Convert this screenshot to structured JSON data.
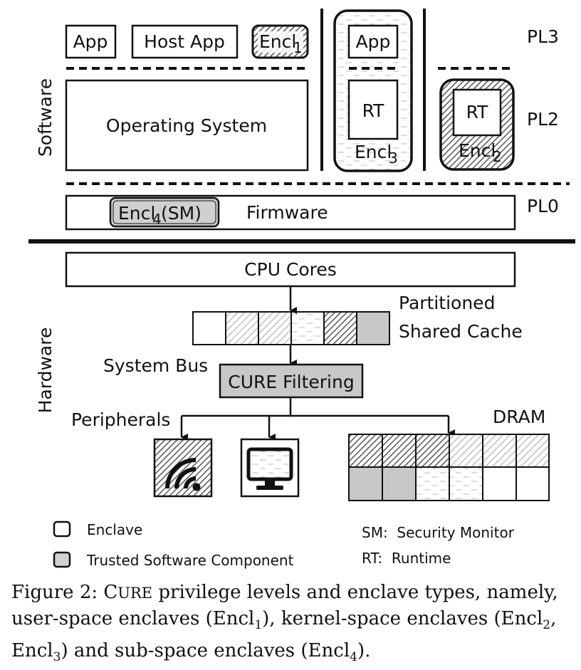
{
  "software": {
    "section_label": "Software",
    "pl3": "PL3",
    "pl2": "PL2",
    "pl0": "PL0",
    "app": "App",
    "host_app": "Host App",
    "encl1": "Encl",
    "encl1_sub": "1",
    "os": "Operating System",
    "app_mid": "App",
    "rt_mid": "RT",
    "encl3": "Encl",
    "encl3_sub": "3",
    "rt_right": "RT",
    "encl2": "Encl",
    "encl2_sub": "2",
    "encl4": "Encl",
    "encl4_sub": "4",
    "encl4_suffix": "(SM)",
    "firmware": "Firmware"
  },
  "hardware": {
    "section_label": "Hardware",
    "cpu": "CPU Cores",
    "cache_line1": "Partitioned",
    "cache_line2": "Shared Cache",
    "system_bus": "System Bus",
    "cure_filter": "CURE Filtering",
    "peripherals": "Peripherals",
    "dram": "DRAM"
  },
  "legend": {
    "enclave": "Enclave",
    "trusted": "Trusted Software Component",
    "sm": "SM:  Security Monitor",
    "rt": "RT:  Runtime"
  },
  "caption": {
    "prefix": "Figure 2: ",
    "cure_c": "C",
    "cure_rest": "URE",
    "part1": " privilege levels and enclave types, namely, user-space enclaves (Encl",
    "s1": "1",
    "part2": "), kernel-space enclaves (Encl",
    "s2": "2",
    "part3": ", Encl",
    "s3": "3",
    "part4": ") and sub-space enclaves (Encl",
    "s4": "4",
    "part5": ")."
  },
  "colors": {
    "trusted_fill": "#d0d0d0",
    "hatch_dark": "#555555",
    "hatch_light": "#9a9a9a",
    "ink": "#111111"
  }
}
